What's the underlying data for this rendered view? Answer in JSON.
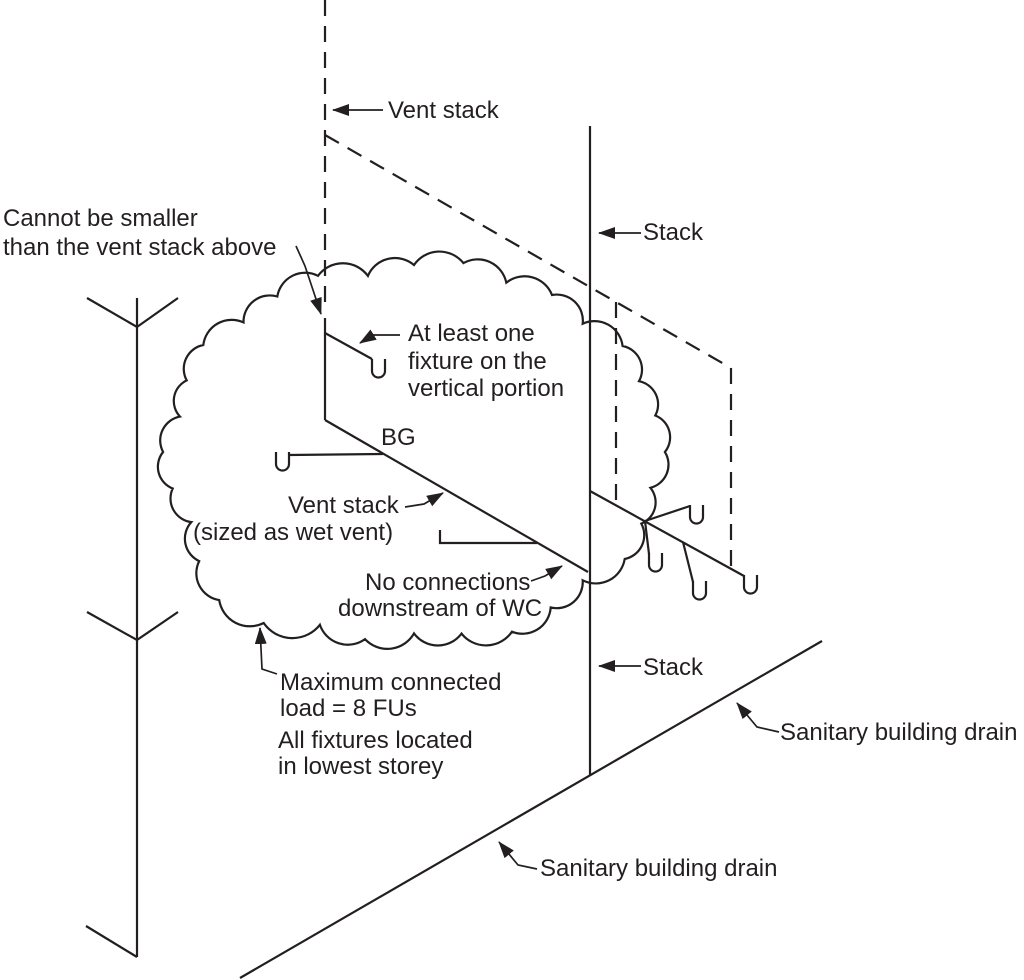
{
  "colors": {
    "line": "#231f20",
    "background": "#ffffff"
  },
  "labels": {
    "vent_stack_top": "Vent stack",
    "stack_upper": "Stack",
    "stack_lower": "Stack",
    "cannot_smaller_line1": "Cannot be smaller",
    "cannot_smaller_line2": "than the vent stack above",
    "at_least_one_line1": "At least one",
    "at_least_one_line2": "fixture on the",
    "at_least_one_line3": "vertical portion",
    "bg_marker": "BG",
    "wet_vent_line1": "Vent stack",
    "wet_vent_line2": "(sized as wet vent)",
    "no_connections_line1": "No connections",
    "no_connections_line2": "downstream of WC",
    "max_load_line1": "Maximum connected",
    "max_load_line2": "load = 8 FUs",
    "all_fixtures_line1": "All fixtures located",
    "all_fixtures_line2": "in lowest storey",
    "sanitary_drain_upper": "Sanitary building drain",
    "sanitary_drain_lower": "Sanitary building drain"
  }
}
